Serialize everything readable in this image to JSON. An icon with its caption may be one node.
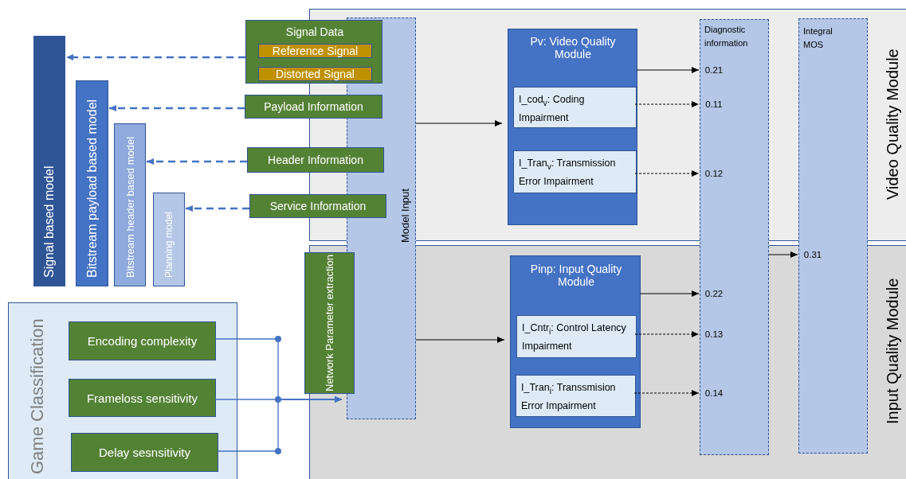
{
  "diagram": {
    "nodes": [
      {
        "text": [
          "Signal based model"
        ]
      },
      {
        "text": [
          "Bitstream payload based model"
        ]
      },
      {
        "text": [
          "Bitstream header based model"
        ]
      },
      {
        "text": [
          "Planning model"
        ]
      },
      {
        "text": [
          "Video Quality Module"
        ]
      },
      {
        "text": [
          "Input Quality Module"
        ]
      },
      {
        "text": [
          "Signal Data"
        ]
      },
      {
        "text": [
          "Reference Signal"
        ],
        "in": 6
      },
      {
        "text": [
          "Distorted Signal"
        ],
        "in": 6
      },
      {
        "text": [
          "Payload Information"
        ]
      },
      {
        "text": [
          "Header Information"
        ]
      },
      {
        "text": [
          "Service Information"
        ]
      },
      {
        "text": [
          "Model Input"
        ]
      },
      {
        "text": [
          "Network Parameter extraction"
        ]
      },
      {
        "text": [
          "Pv: Video Quality Module"
        ],
        "in": 4
      },
      {
        "text": [
          "I_cod$_{v}$: Coding Impairment"
        ],
        "in": 14
      },
      {
        "text": [
          "I_Tran$_{v}$: Transmission Error Impairment"
        ],
        "in": 14
      },
      {
        "text": [
          "Pinp: Input Quality Module"
        ],
        "in": 5
      },
      {
        "text": [
          "I_Cntr$_{i}$: Control Latency Impairment"
        ],
        "in": 17
      },
      {
        "text": [
          "I_Tran$_{i}$: Transsmision Error Impairment"
        ],
        "in": 17
      },
      {
        "text": [
          "Diagnostic information"
        ]
      },
      {
        "text": [
          "Integral MOS"
        ]
      },
      {
        "text": [
          "Game Classification"
        ]
      },
      {
        "text": [
          "Encoding complexity"
        ],
        "in": 22
      },
      {
        "text": [
          "Frameloss sensitivity"
        ],
        "in": 22
      },
      {
        "text": [
          "Delay sesnsitivity"
        ],
        "in": 22
      },
      {
        "text": [
          "0.21"
        ]
      },
      {
        "text": [
          "0.11"
        ]
      },
      {
        "text": [
          "0.12"
        ]
      },
      {
        "text": [
          "0.22"
        ]
      },
      {
        "text": [
          "0.13"
        ]
      },
      {
        "text": [
          "0.14"
        ]
      },
      {
        "text": [
          "0.31"
        ]
      }
    ],
    "edges": [
      {
        "from": 6,
        "to": 0,
        "arrow": "to",
        "style": "dashed",
        "color": "#4472c4"
      },
      {
        "from": 9,
        "to": 1,
        "arrow": "to",
        "style": "dashed",
        "color": "#4472c4"
      },
      {
        "from": 10,
        "to": 2,
        "arrow": "to",
        "style": "dashed",
        "color": "#4472c4"
      },
      {
        "from": 11,
        "to": 3,
        "arrow": "to",
        "style": "dashed",
        "color": "#4472c4"
      },
      {
        "from": 12,
        "to": 14,
        "arrow": "to"
      },
      {
        "from": 12,
        "to": 17,
        "arrow": "to"
      },
      {
        "from": 23,
        "to": 12,
        "arrow": "to",
        "color": "#4472c4"
      },
      {
        "from": 24,
        "to": 12,
        "arrow": "to",
        "color": "#4472c4"
      },
      {
        "from": 25,
        "to": 12,
        "arrow": "to",
        "color": "#4472c4"
      },
      {
        "from": 14,
        "to": 26,
        "arrow": "to"
      },
      {
        "from": 15,
        "to": 27,
        "arrow": "to",
        "style": "dashed"
      },
      {
        "from": 16,
        "to": 28,
        "arrow": "to",
        "style": "dashed"
      },
      {
        "from": 17,
        "to": 29,
        "arrow": "to"
      },
      {
        "from": 18,
        "to": 30,
        "arrow": "to",
        "style": "dashed"
      },
      {
        "from": 19,
        "to": 31,
        "arrow": "to",
        "style": "dashed"
      },
      {
        "from": 20,
        "to": 32,
        "arrow": "to"
      }
    ]
  }
}
